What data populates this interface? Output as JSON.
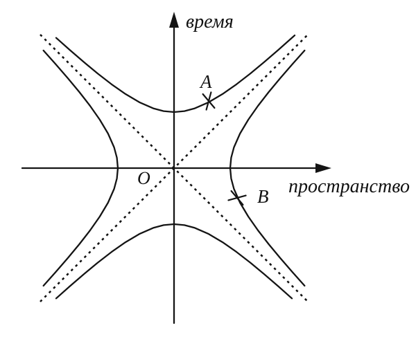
{
  "labels": {
    "time_axis": "время",
    "space_axis": "пространство",
    "origin": "O",
    "point_a": "A",
    "point_b": "B"
  },
  "colors": {
    "ink": "#141414",
    "background": "#ffffff"
  }
}
